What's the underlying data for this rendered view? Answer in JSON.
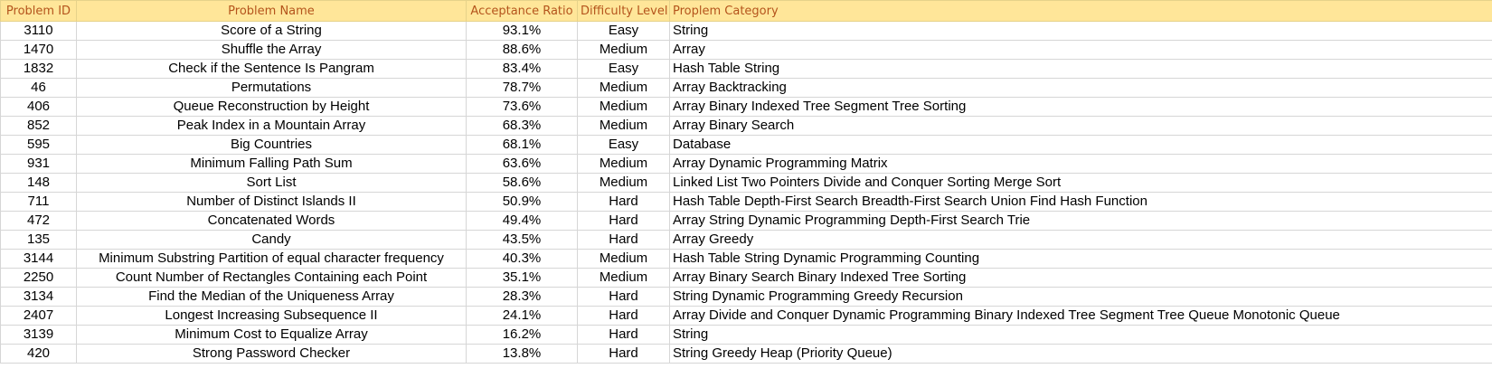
{
  "table": {
    "headers": [
      "Problem ID",
      "Problem Name",
      "Acceptance Ratio",
      "Difficulty Level",
      "Proplem Category"
    ],
    "rows": [
      [
        "3110",
        "Score of a String",
        "93.1%",
        "Easy",
        "String"
      ],
      [
        "1470",
        "Shuffle the Array",
        "88.6%",
        "Medium",
        "Array"
      ],
      [
        "1832",
        "Check if the Sentence Is Pangram",
        "83.4%",
        "Easy",
        "Hash Table String"
      ],
      [
        "46",
        "Permutations",
        "78.7%",
        "Medium",
        "Array Backtracking"
      ],
      [
        "406",
        "Queue Reconstruction by Height",
        "73.6%",
        "Medium",
        "Array Binary Indexed Tree Segment Tree Sorting"
      ],
      [
        "852",
        "Peak Index in a Mountain Array",
        "68.3%",
        "Medium",
        "Array Binary Search"
      ],
      [
        "595",
        "Big Countries",
        "68.1%",
        "Easy",
        "Database"
      ],
      [
        "931",
        "Minimum Falling Path Sum",
        "63.6%",
        "Medium",
        "Array Dynamic Programming Matrix"
      ],
      [
        "148",
        "Sort List",
        "58.6%",
        "Medium",
        "Linked List Two Pointers Divide and Conquer Sorting Merge Sort"
      ],
      [
        "711",
        "Number of Distinct Islands II",
        "50.9%",
        "Hard",
        "Hash Table Depth-First Search Breadth-First Search Union Find Hash Function"
      ],
      [
        "472",
        "Concatenated Words",
        "49.4%",
        "Hard",
        "Array String Dynamic Programming Depth-First Search Trie"
      ],
      [
        "135",
        "Candy",
        "43.5%",
        "Hard",
        "Array Greedy"
      ],
      [
        "3144",
        "Minimum Substring Partition of equal character frequency",
        "40.3%",
        "Medium",
        "Hash Table  String  Dynamic Programming  Counting"
      ],
      [
        "2250",
        "Count Number of Rectangles Containing each Point",
        "35.1%",
        "Medium",
        "Array  Binary Search  Binary Indexed Tree  Sorting"
      ],
      [
        "3134",
        "Find the Median of the Uniqueness Array",
        "28.3%",
        "Hard",
        "String Dynamic Programming Greedy Recursion"
      ],
      [
        "2407",
        "Longest Increasing Subsequence II",
        "24.1%",
        "Hard",
        "Array Divide and Conquer Dynamic Programming Binary Indexed Tree Segment Tree Queue Monotonic Queue"
      ],
      [
        "3139",
        "Minimum Cost to Equalize Array",
        "16.2%",
        "Hard",
        "String"
      ],
      [
        "420",
        "Strong Password Checker",
        "13.8%",
        "Hard",
        "String Greedy Heap (Priority Queue)"
      ]
    ]
  },
  "colors": {
    "header_fill": "#ffe699",
    "header_text": "#b4541c",
    "gridline": "#d6d6d6"
  }
}
